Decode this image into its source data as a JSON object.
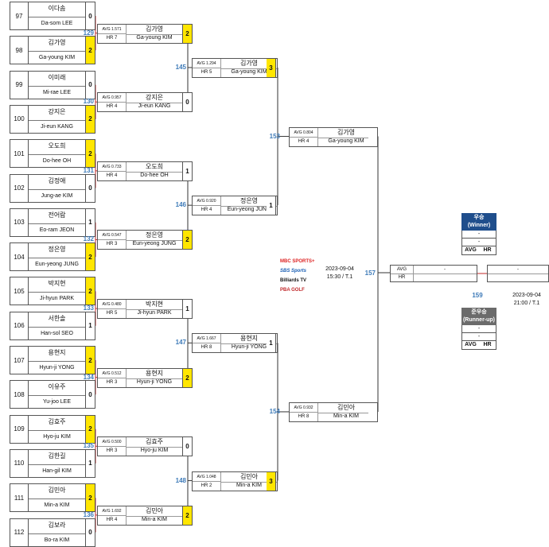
{
  "round1": [
    {
      "match": "129",
      "players": [
        {
          "seed": "97",
          "kr": "이다솜",
          "en": "Da-som LEE",
          "score": "0",
          "win": false
        },
        {
          "seed": "98",
          "kr": "김가영",
          "en": "Ga-young KIM",
          "score": "2",
          "win": true
        }
      ]
    },
    {
      "match": "130",
      "players": [
        {
          "seed": "99",
          "kr": "이미래",
          "en": "Mi-rae LEE",
          "score": "0",
          "win": false
        },
        {
          "seed": "100",
          "kr": "강지은",
          "en": "Ji-eun KANG",
          "score": "2",
          "win": true
        }
      ]
    },
    {
      "match": "131",
      "players": [
        {
          "seed": "101",
          "kr": "오도희",
          "en": "Do-hee OH",
          "score": "2",
          "win": true
        },
        {
          "seed": "102",
          "kr": "김정애",
          "en": "Jung-ae KIM",
          "score": "0",
          "win": false
        }
      ]
    },
    {
      "match": "132",
      "players": [
        {
          "seed": "103",
          "kr": "전어람",
          "en": "Eo-ram JEON",
          "score": "1",
          "win": false
        },
        {
          "seed": "104",
          "kr": "정은영",
          "en": "Eun-yeong JUNG",
          "score": "2",
          "win": true
        }
      ]
    },
    {
      "match": "133",
      "players": [
        {
          "seed": "105",
          "kr": "박지현",
          "en": "Ji-hyun PARK",
          "score": "2",
          "win": true
        },
        {
          "seed": "106",
          "kr": "서한솔",
          "en": "Han-sol SEO",
          "score": "1",
          "win": false
        }
      ]
    },
    {
      "match": "134",
      "players": [
        {
          "seed": "107",
          "kr": "용현지",
          "en": "Hyun-ji YONG",
          "score": "2",
          "win": true
        },
        {
          "seed": "108",
          "kr": "이유주",
          "en": "Yu-joo LEE",
          "score": "0",
          "win": false
        }
      ]
    },
    {
      "match": "135",
      "players": [
        {
          "seed": "109",
          "kr": "김효주",
          "en": "Hyo-ju KIM",
          "score": "2",
          "win": true
        },
        {
          "seed": "110",
          "kr": "김한길",
          "en": "Han-gil KIM",
          "score": "1",
          "win": false
        }
      ]
    },
    {
      "match": "136",
      "players": [
        {
          "seed": "111",
          "kr": "김민아",
          "en": "Min-a KIM",
          "score": "2",
          "win": true
        },
        {
          "seed": "112",
          "kr": "김보라",
          "en": "Bo-ra KIM",
          "score": "0",
          "win": false
        }
      ]
    }
  ],
  "round2": [
    {
      "avg": "AVG 1.571",
      "hr": "HR 7",
      "kr": "김가영",
      "en": "Ga-young KIM",
      "score": "2",
      "win": true
    },
    {
      "avg": "AVG 0.957",
      "hr": "HR 4",
      "kr": "강지은",
      "en": "Ji-eun KANG",
      "score": "0",
      "win": false
    },
    {
      "avg": "AVG 0.733",
      "hr": "HR 4",
      "kr": "오도희",
      "en": "Do-hee OH",
      "score": "1",
      "win": false
    },
    {
      "avg": "AVG 0.547",
      "hr": "HR 3",
      "kr": "정은영",
      "en": "Eun-yeong JUNG",
      "score": "2",
      "win": true
    },
    {
      "avg": "AVG 0.480",
      "hr": "HR 5",
      "kr": "박지현",
      "en": "Ji-hyun PARK",
      "score": "1",
      "win": false
    },
    {
      "avg": "AVG 0.512",
      "hr": "HR 3",
      "kr": "용현지",
      "en": "Hyun-ji YONG",
      "score": "2",
      "win": true
    },
    {
      "avg": "AVG 0.500",
      "hr": "HR 3",
      "kr": "김효주",
      "en": "Hyo-ju KIM",
      "score": "0",
      "win": false
    },
    {
      "avg": "AVG 1.692",
      "hr": "HR 4",
      "kr": "김민아",
      "en": "Min-a KIM",
      "score": "2",
      "win": true
    }
  ],
  "round2_matches": [
    "145",
    "146",
    "147",
    "148"
  ],
  "round3": [
    {
      "avg": "AVG 1.294",
      "hr": "HR 5",
      "kr": "김가영",
      "en": "Ga-young KIM",
      "score": "3",
      "win": true
    },
    {
      "avg": "AVG 0.920",
      "hr": "HR 4",
      "kr": "정은영",
      "en": "Eun-yeong JUNG",
      "score": "1",
      "win": false
    },
    {
      "avg": "AVG 1.667",
      "hr": "HR 8",
      "kr": "용현지",
      "en": "Hyun-ji YONG",
      "score": "1",
      "win": false
    },
    {
      "avg": "AVG 1.048",
      "hr": "HR 2",
      "kr": "김민아",
      "en": "Min-a KIM",
      "score": "3",
      "win": true
    }
  ],
  "round3_matches": [
    "153",
    "154"
  ],
  "round4": [
    {
      "avg": "AVG 0.804",
      "hr": "HR 4",
      "kr": "김가영",
      "en": "Ga-young KIM"
    },
    {
      "avg": "AVG 0.932",
      "hr": "HR 8",
      "kr": "김민아",
      "en": "Min-a KIM"
    }
  ],
  "final": {
    "match": "157",
    "avg_label": "AVG",
    "hr_label": "HR",
    "dash": "-",
    "semi_date": "2023-09-04",
    "semi_time": "15:30 / T.1",
    "final_match": "159",
    "final_date": "2023-09-04",
    "final_time": "21:00 / T.1"
  },
  "winner": {
    "title": "우승",
    "sub": "(Winner)",
    "line1": "-",
    "line2": "-",
    "avg": "AVG",
    "hr": "HR"
  },
  "runner": {
    "title": "준우승",
    "sub": "(Runner-up)",
    "line1": "-",
    "line2": "-",
    "avg": "AVG",
    "hr": "HR"
  },
  "logos": {
    "mbc": "MBC SPORTS+",
    "sbs": "SBS Sports",
    "billiards": "Billiards TV",
    "pba": "PBA GOLF"
  },
  "colors": {
    "accent": "#3d7ab8",
    "win": "#ffe600",
    "winner_bg": "#1f4e8c",
    "runner_bg": "#6b6b6b",
    "line": "#c0282a"
  }
}
